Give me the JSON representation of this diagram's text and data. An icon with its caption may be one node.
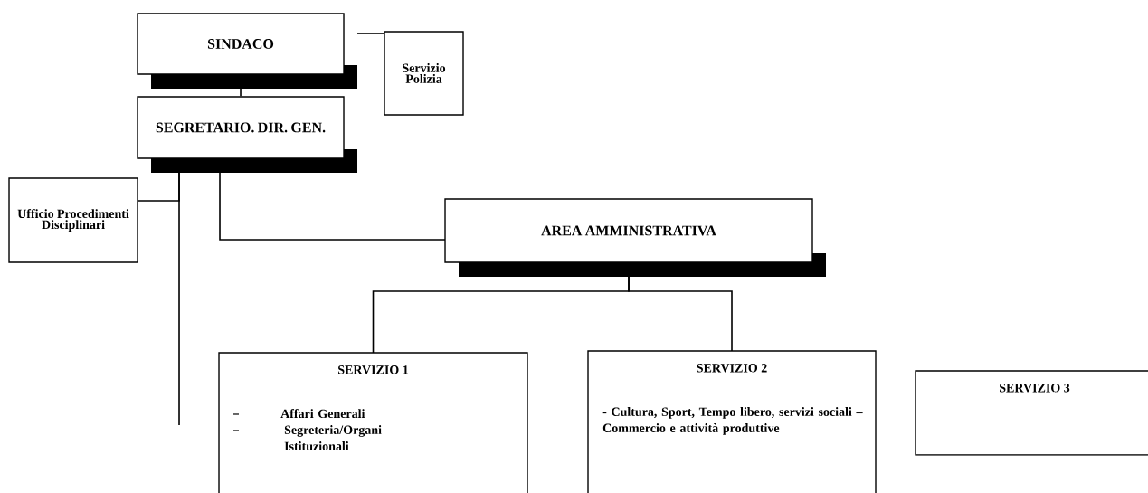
{
  "diagram": {
    "nodes": [
      {
        "text": [
          "SINDACO"
        ]
      },
      {
        "text": [
          "Servizio Polizia"
        ]
      },
      {
        "text": [
          "SEGRETARIO. DIR. GEN."
        ]
      },
      {
        "text": [
          "Ufficio Procedimenti Disciplinari"
        ]
      },
      {
        "text": [
          "AREA AMMINISTRATIVA"
        ]
      },
      {
        "text": [
          "SERVIZIO 1",
          "Affari Generali",
          "Segreteria/Organi Istituzionali"
        ]
      },
      {
        "text": [
          "SERVIZIO 2",
          "- Cultura, Sport, Tempo libero, servizi sociali – Commercio e attività produttive"
        ]
      },
      {
        "text": [
          "SERVIZIO 3"
        ]
      }
    ],
    "edges": [
      {
        "from": 0,
        "to": 2,
        "arrow": "none"
      },
      {
        "from": 0,
        "to": 1,
        "arrow": "none"
      },
      {
        "from": 2,
        "to": 3,
        "arrow": "none"
      },
      {
        "from": 2,
        "to": null,
        "arrow": "none"
      },
      {
        "from": 2,
        "to": 4,
        "arrow": "none"
      },
      {
        "from": 4,
        "to": 5,
        "arrow": "none"
      },
      {
        "from": 4,
        "to": 6,
        "arrow": "none"
      }
    ]
  }
}
